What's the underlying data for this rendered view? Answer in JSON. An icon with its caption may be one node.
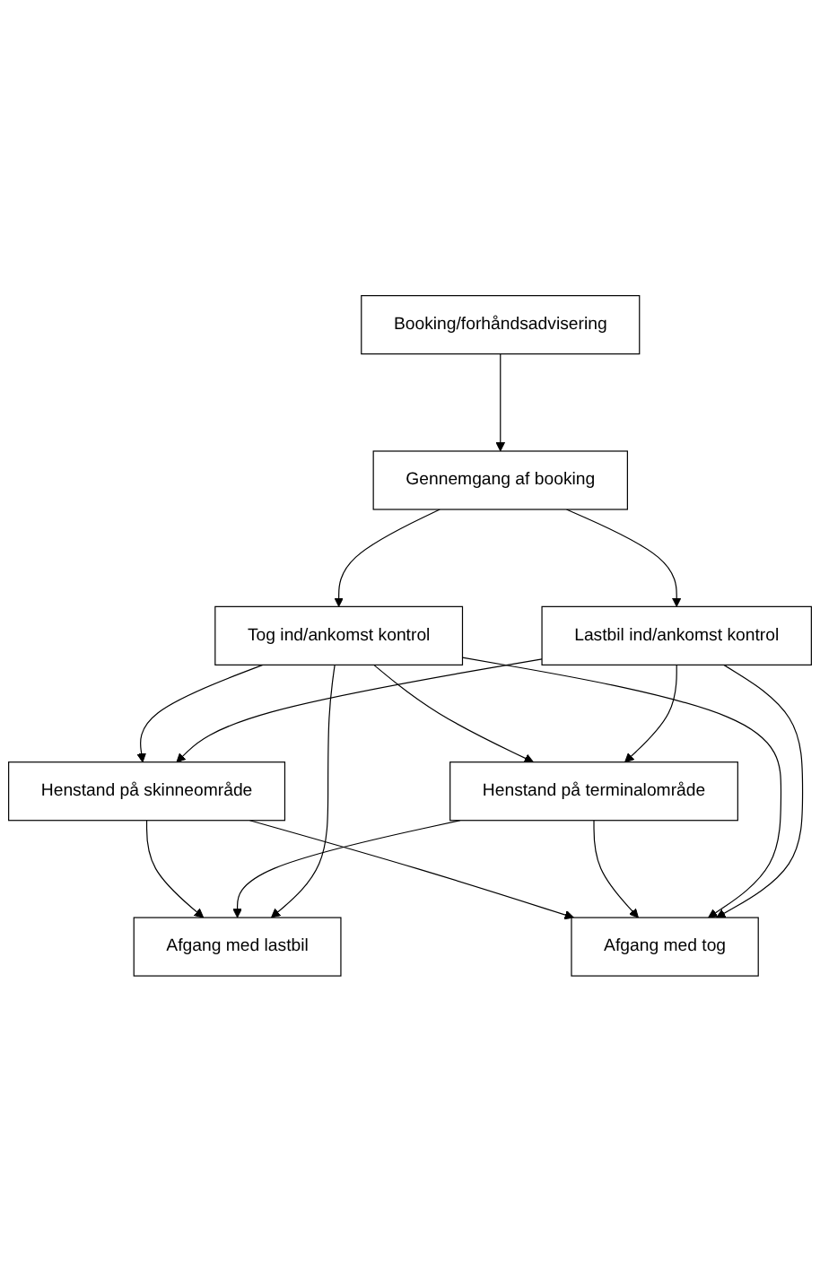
{
  "diagram": {
    "nodes": [
      {
        "text": [
          "Booking/forhåndsadvisering"
        ]
      },
      {
        "text": [
          "Gennemgang af booking"
        ]
      },
      {
        "text": [
          "Lastbil ind/ankomst kontrol"
        ]
      },
      {
        "text": [
          "Tog ind/ankomst kontrol"
        ]
      },
      {
        "text": [
          "Henstand på terminalområde"
        ]
      },
      {
        "text": [
          "Henstand på skinneområde"
        ]
      },
      {
        "text": [
          "Afgang med lastbil"
        ]
      },
      {
        "text": [
          "Afgang med tog"
        ]
      }
    ],
    "edges": [
      {
        "from": 0,
        "to": 1,
        "arrow": "to"
      },
      {
        "from": 1,
        "to": 2,
        "arrow": "to"
      },
      {
        "from": 1,
        "to": 3,
        "arrow": "to"
      },
      {
        "from": 2,
        "to": 4,
        "arrow": "to"
      },
      {
        "from": 2,
        "to": 5,
        "arrow": "to"
      },
      {
        "from": 2,
        "to": 7,
        "arrow": "to"
      },
      {
        "from": 3,
        "to": 4,
        "arrow": "to"
      },
      {
        "from": 3,
        "to": 5,
        "arrow": "to"
      },
      {
        "from": 3,
        "to": 6,
        "arrow": "to"
      },
      {
        "from": 3,
        "to": 7,
        "arrow": "to"
      },
      {
        "from": 4,
        "to": 6,
        "arrow": "to"
      },
      {
        "from": 4,
        "to": 7,
        "arrow": "to"
      },
      {
        "from": 5,
        "to": 6,
        "arrow": "to"
      },
      {
        "from": 5,
        "to": 7,
        "arrow": "to"
      }
    ]
  }
}
